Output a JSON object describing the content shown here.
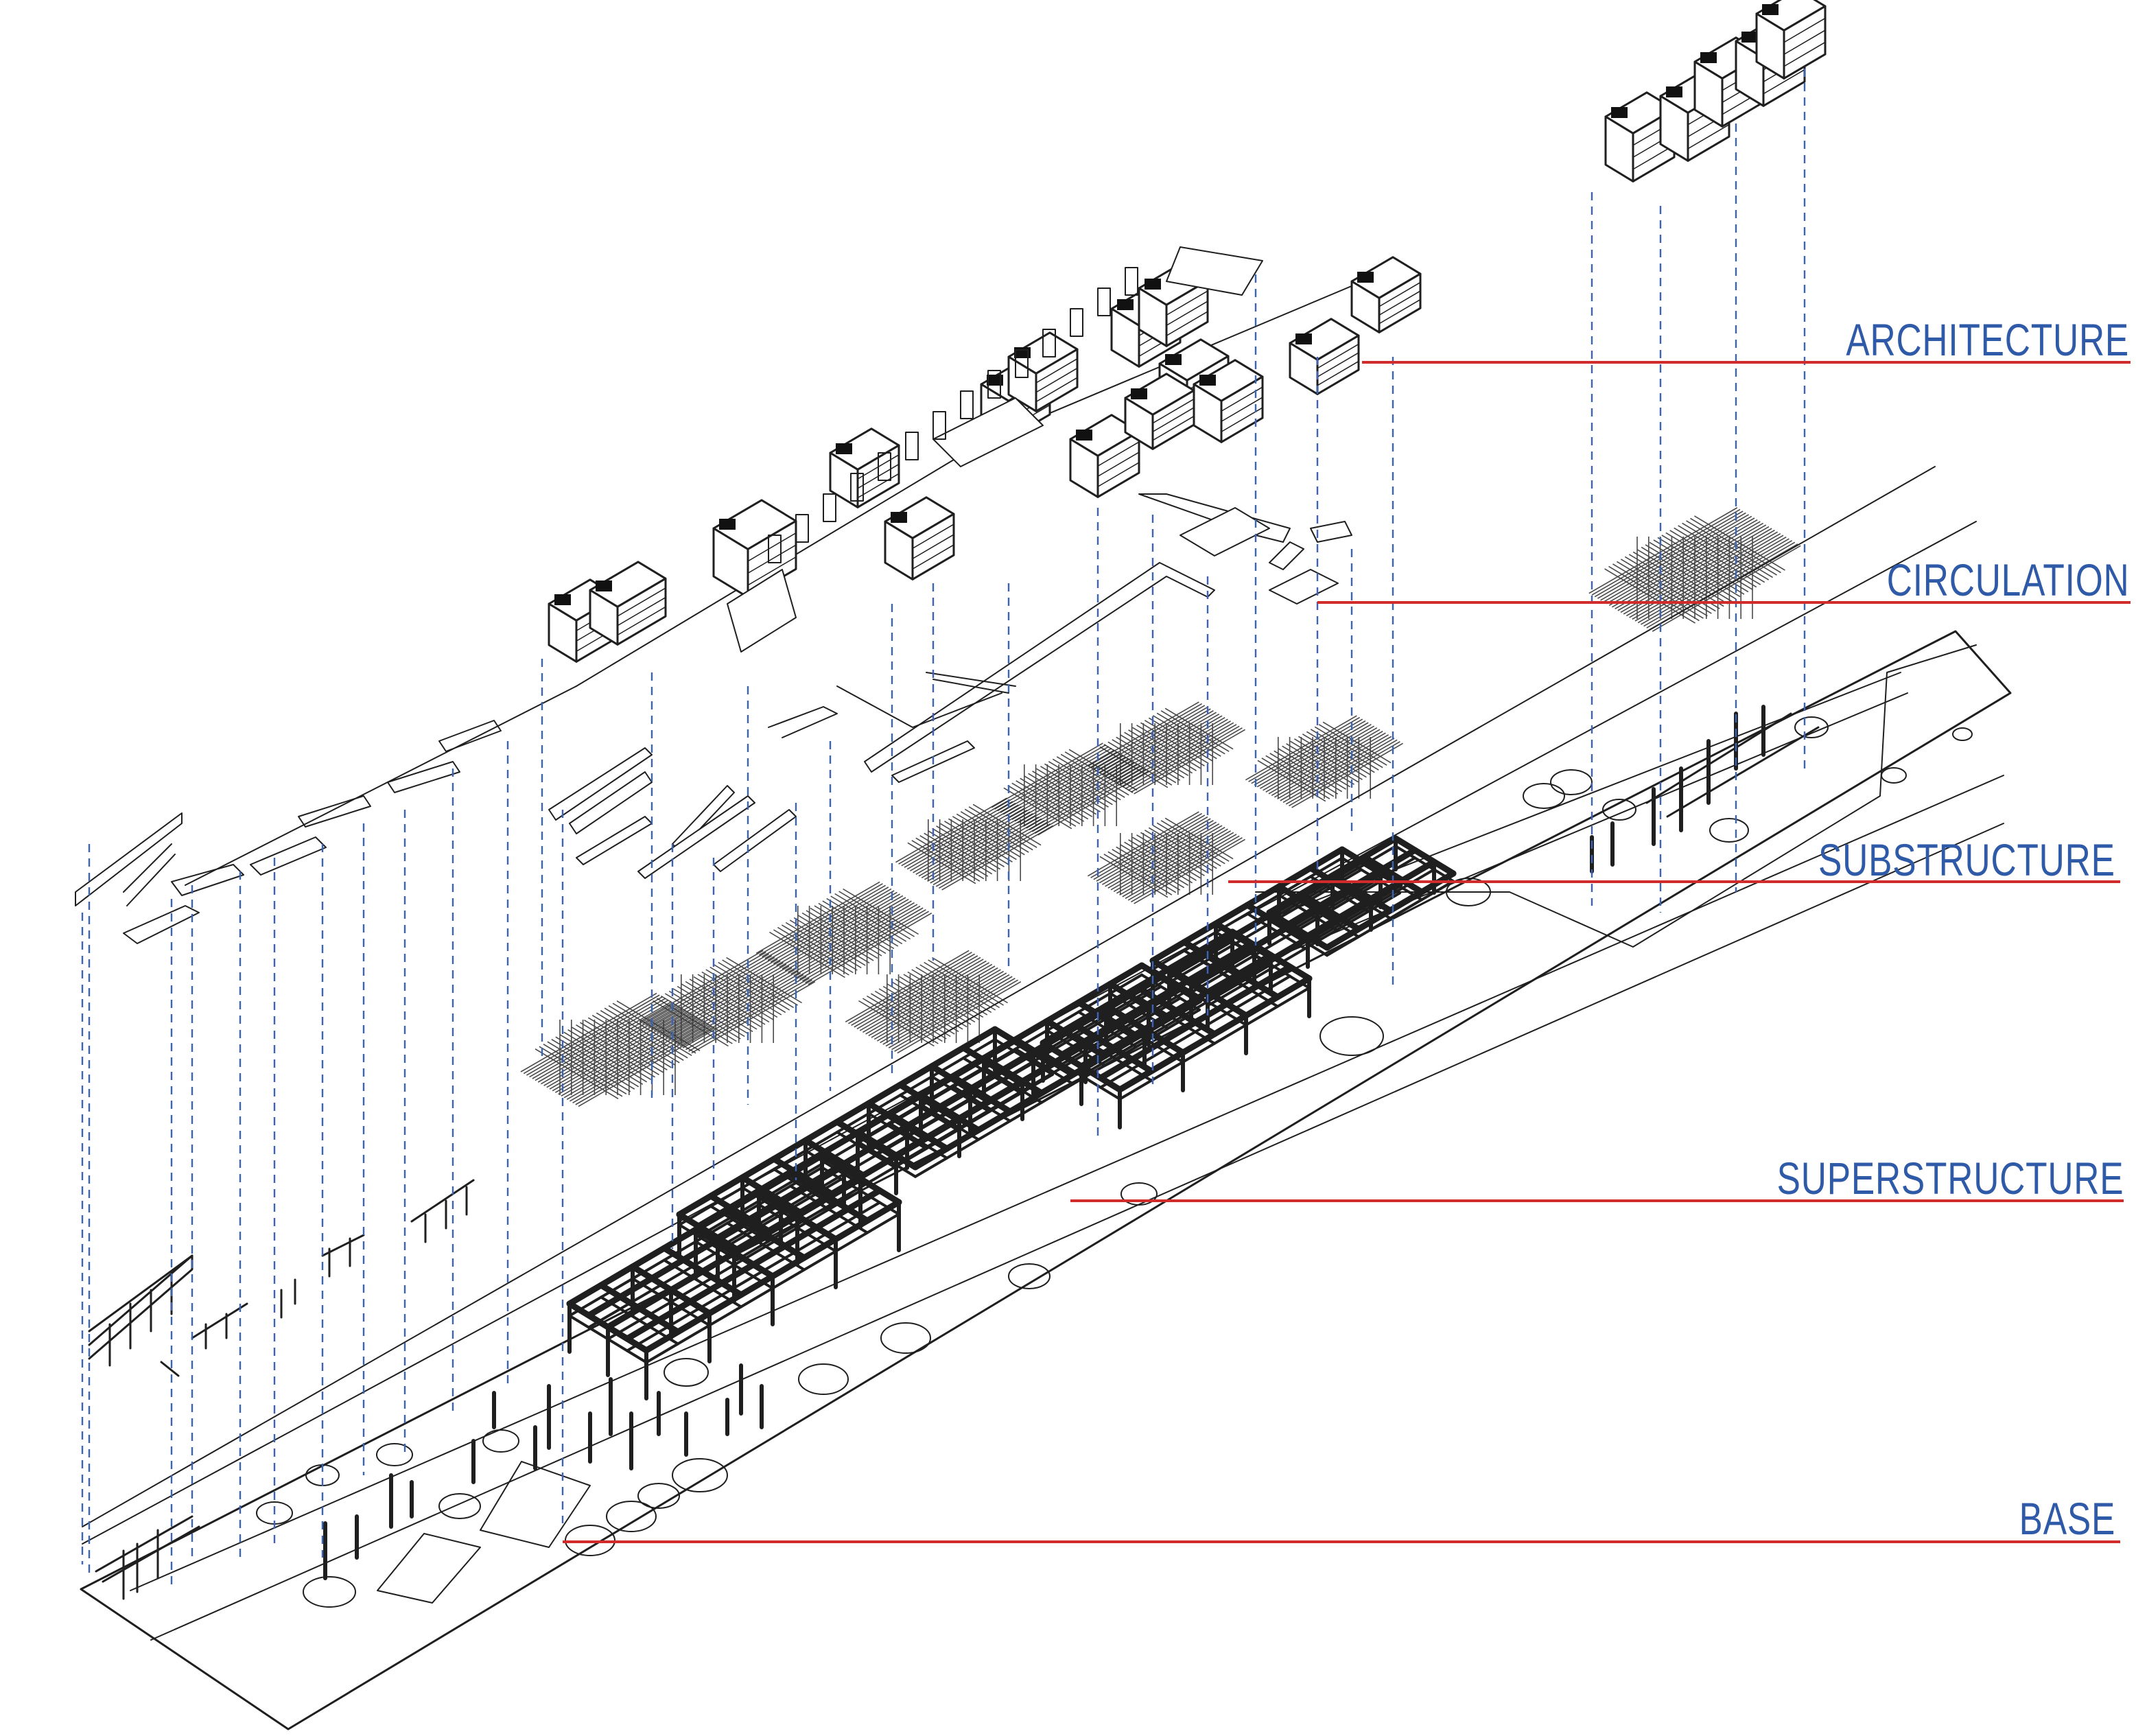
{
  "layers": {
    "architecture": {
      "label": "ARCHITECTURE"
    },
    "circulation": {
      "label": "CIRCULATION"
    },
    "substructure": {
      "label": "SUBSTRUCTURE"
    },
    "superstructure": {
      "label": "SUPERSTRUCTURE"
    },
    "base": {
      "label": "BASE"
    }
  },
  "colors": {
    "label_text": "#2f5aa8",
    "leader_line": "#d22b2b",
    "projection_dash": "#3c64b4",
    "linework": "#1f1f1f",
    "background": "#ffffff"
  }
}
